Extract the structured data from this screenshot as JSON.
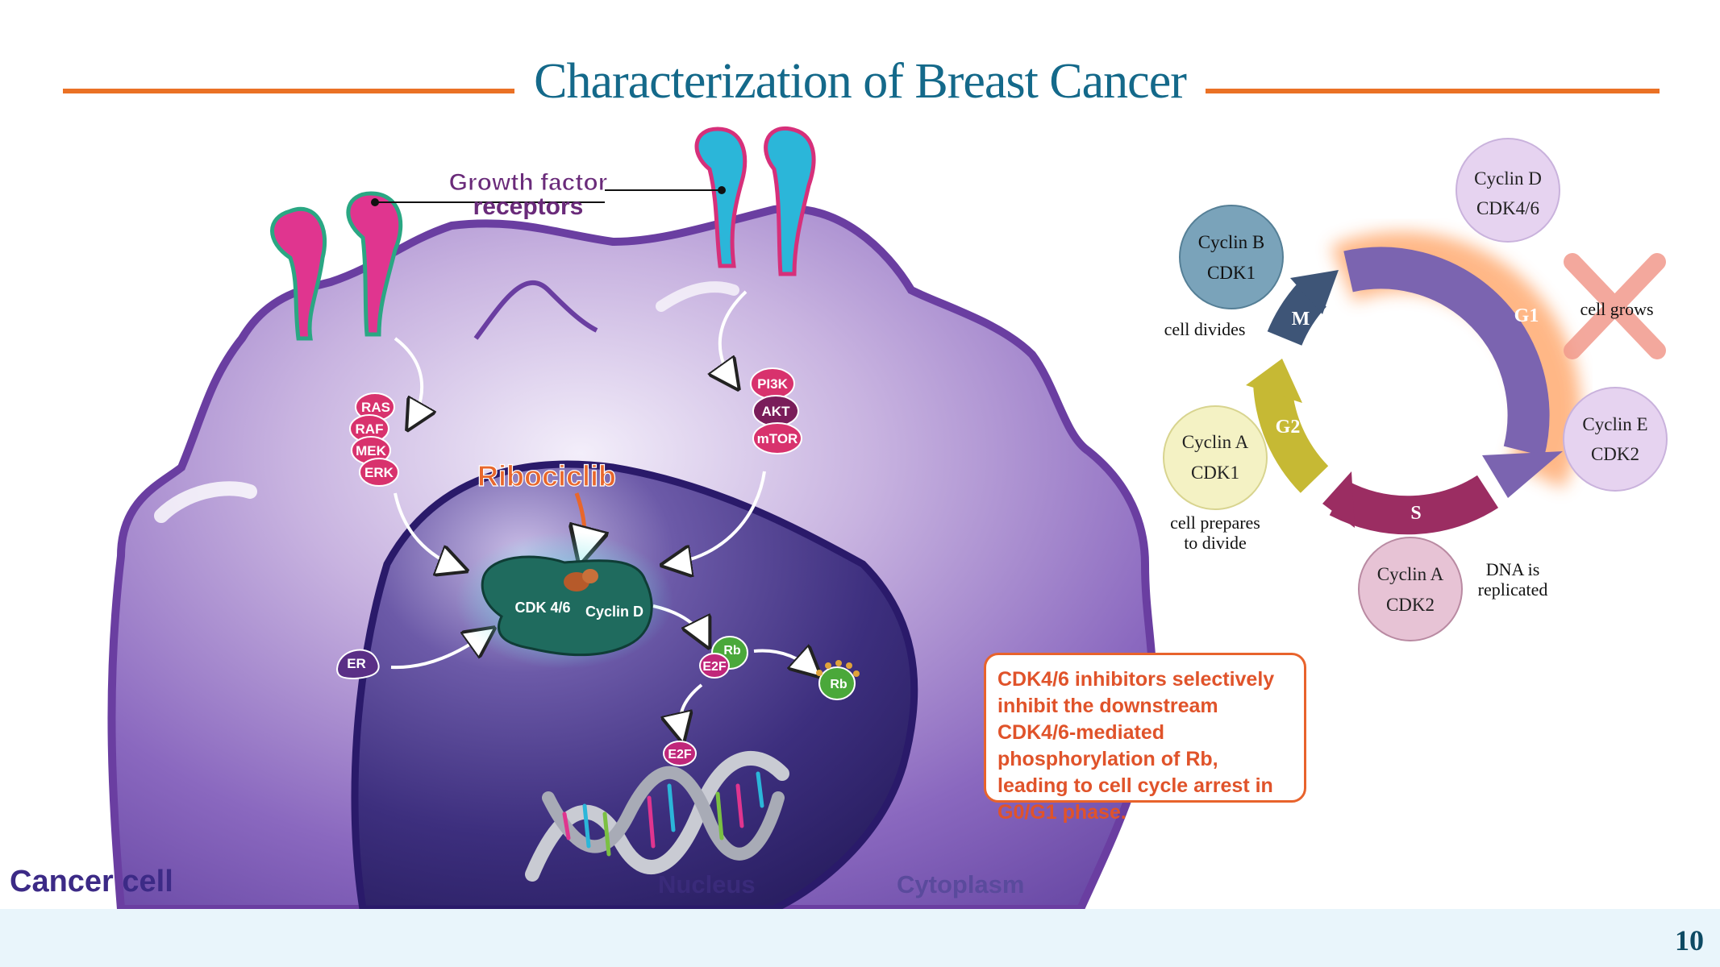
{
  "title": "Characterization of Breast Cancer",
  "page_number": "10",
  "colors": {
    "accent_orange": "#ea7125",
    "title_teal": "#14698a",
    "cell_purple": "#6a3ea1",
    "footer_bg": "#e9f5fb"
  },
  "cell": {
    "growth_factor_label_line1": "Growth factor",
    "growth_factor_label_line2": "receptors",
    "drug_label": "Ribociclib",
    "pathway_left": [
      "RAS",
      "RAF",
      "MEK",
      "ERK"
    ],
    "pathway_right": [
      "PI3K",
      "AKT",
      "mTOR"
    ],
    "complex_left": "CDK 4/6",
    "complex_right": "Cyclin D",
    "er_label": "ER",
    "rb_label": "Rb",
    "e2f_label": "E2F",
    "rb_phospho_label": "Rb",
    "e2f_free_label": "E2F",
    "label_cancer_cell": "Cancer cell",
    "label_nucleus": "Nucleus",
    "label_cytoplasm": "Cytoplasm"
  },
  "callout_text": "CDK4/6 inhibitors selectively inhibit the downstream CDK4/6-mediated phosphorylation of Rb, leading to cell cycle arrest in G0/G1 phase.",
  "cycle": {
    "phases": {
      "g1": "G1",
      "s": "S",
      "g2": "G2",
      "m": "M"
    },
    "circles": {
      "cyclin_d": {
        "line1": "Cyclin D",
        "line2": "CDK4/6"
      },
      "cyclin_e": {
        "line1": "Cyclin E",
        "line2": "CDK2"
      },
      "cyclin_a2": {
        "line1": "Cyclin A",
        "line2": "CDK2"
      },
      "cyclin_a1": {
        "line1": "Cyclin A",
        "line2": "CDK1"
      },
      "cyclin_b": {
        "line1": "Cyclin B",
        "line2": "CDK1"
      }
    },
    "notes": {
      "cell_grows": "cell grows",
      "dna_line1": "DNA is",
      "dna_line2": "replicated",
      "prepares_line1": "cell prepares",
      "prepares_line2": "to divide",
      "divides": "cell divides"
    }
  }
}
